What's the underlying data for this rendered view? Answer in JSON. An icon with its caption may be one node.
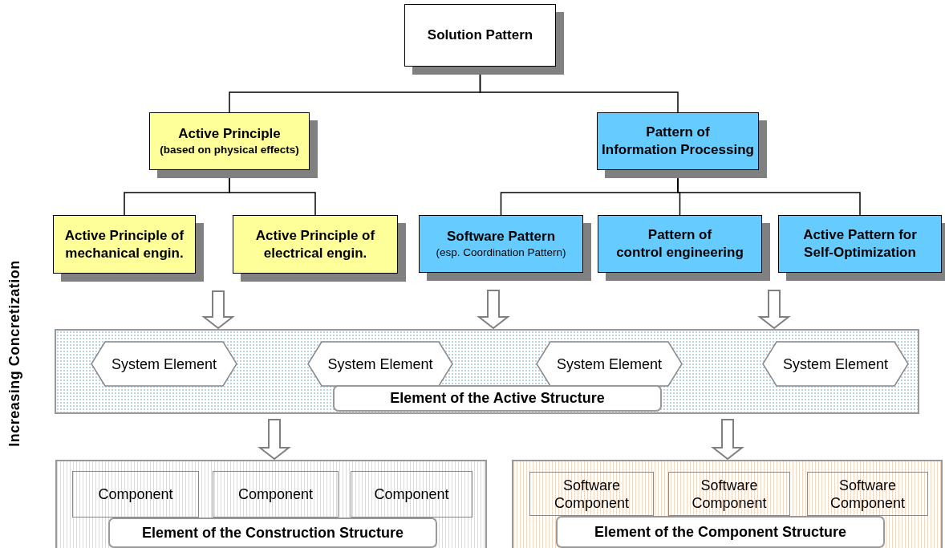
{
  "diagram": {
    "nodes": [
      {
        "text": [
          "Solution Pattern"
        ]
      },
      {
        "text": [
          "Active Principle",
          "(based on physical effects)"
        ]
      },
      {
        "text": [
          "Pattern of Information Processing"
        ]
      },
      {
        "text": [
          "Active Principle of mechanical engin."
        ]
      },
      {
        "text": [
          "Active Principle of electrical engin."
        ]
      },
      {
        "text": [
          "Software Pattern",
          "(esp. Coordination Pattern)"
        ]
      },
      {
        "text": [
          "Pattern of control engineering"
        ]
      },
      {
        "text": [
          "Active Pattern for Self-Optimization"
        ]
      },
      {
        "text": [
          "Element of the Active Structure"
        ]
      },
      {
        "text": [
          "System Element"
        ],
        "in": 8
      },
      {
        "text": [
          "System Element"
        ],
        "in": 8
      },
      {
        "text": [
          "System Element"
        ],
        "in": 8
      },
      {
        "text": [
          "System Element"
        ],
        "in": 8
      },
      {
        "text": [
          "Element of the Construction Structure"
        ]
      },
      {
        "text": [
          "Component"
        ],
        "in": 13
      },
      {
        "text": [
          "Component"
        ],
        "in": 13
      },
      {
        "text": [
          "Component"
        ],
        "in": 13
      },
      {
        "text": [
          "Element of the Component Structure"
        ]
      },
      {
        "text": [
          "Software Component"
        ],
        "in": 17
      },
      {
        "text": [
          "Software Component"
        ],
        "in": 17
      },
      {
        "text": [
          "Software Component"
        ],
        "in": 17
      }
    ],
    "edges": [
      {
        "from": 0,
        "to": 1,
        "arrow": "none"
      },
      {
        "from": 0,
        "to": 2,
        "arrow": "none"
      },
      {
        "from": 1,
        "to": 3,
        "arrow": "none"
      },
      {
        "from": 1,
        "to": 4,
        "arrow": "none"
      },
      {
        "from": 2,
        "to": 5,
        "arrow": "none"
      },
      {
        "from": 2,
        "to": 6,
        "arrow": "none"
      },
      {
        "from": 2,
        "to": 7,
        "arrow": "none"
      },
      {
        "from": null,
        "to": 8,
        "arrow": "to",
        "style": "thick"
      },
      {
        "from": 5,
        "to": 8,
        "arrow": "to",
        "style": "thick"
      },
      {
        "from": null,
        "to": 8,
        "arrow": "to",
        "style": "thick"
      },
      {
        "from": 8,
        "to": 13,
        "arrow": "to",
        "style": "thick"
      },
      {
        "from": 8,
        "to": 17,
        "arrow": "to",
        "style": "thick"
      }
    ],
    "labels": [
      "Increasing Concretization"
    ]
  }
}
